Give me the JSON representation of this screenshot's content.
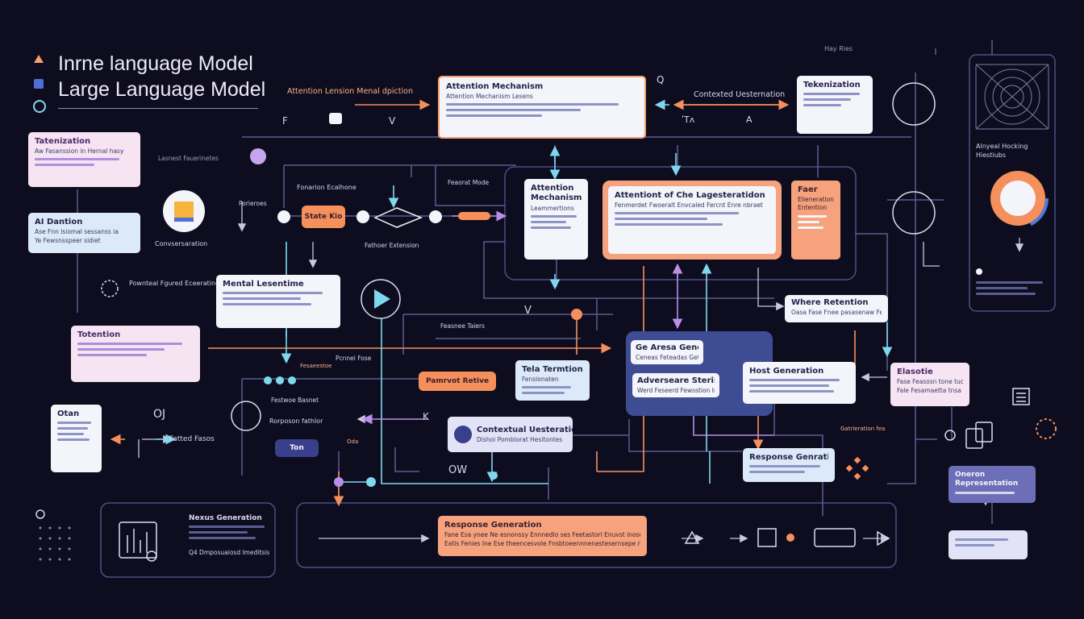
{
  "header": {
    "title_line1": "Inrne language Model",
    "title_line2": "Large Language Model"
  },
  "top": {
    "flow_label": "Attention Lension Menal dpiction",
    "glyph_f": "F",
    "glyph_v": "V",
    "glyph_q": "Q",
    "glyph_ta": "ʹTʌ",
    "glyph_a": "A",
    "contexted_label": "Contexted Uesternation",
    "top_tag": "Hay Ries"
  },
  "cards": {
    "attention_mechanism": {
      "title": "Attention Mechanism",
      "sub": "Attention Mechanism Lesens"
    },
    "tokenization_top": {
      "title": "Tekenization"
    },
    "tokenization_left": {
      "title": "Tatenization",
      "sub": "Aw Fasanssion in Hernal hasy"
    },
    "ai_dantion": {
      "title": "AI Dantion",
      "sub": "Ase Fnn lsiomal sessanss ia",
      "sub2": "Ye Fewsnsspeer sidiet"
    },
    "conversation": {
      "label": "Convsersaration"
    },
    "central_inner": {
      "title": "Attention Mechanism",
      "sub": "Leammertions"
    },
    "central_big": {
      "title": "Attentiont of Che Lagesteratidon",
      "sub": "Fenmerdet Fwoeralt Envcaled Fercnt Enre nbraet"
    },
    "central_side": {
      "title": "Faer",
      "sub": "Elleneratione Entention"
    },
    "mental_lesentime": {
      "title": "Mental Lesentime"
    },
    "token_left": {
      "title": "Totention"
    },
    "otan": {
      "title": "Otan"
    },
    "where_retention": {
      "title": "Where Retention",
      "sub": "Oasa Fase Fnee pasasenaw Fedas ?"
    },
    "the_aresa_generation": {
      "title": "Ge Aresa Generation",
      "sub": "Ceneas Feteadas Getis"
    },
    "adverse_steering": {
      "title": "Adverseare Stering",
      "sub": "Werd Feseerd Fewsstion Ind Intas"
    },
    "tela_termtion": {
      "title": "Tela Termtion",
      "sub": "Fensionaten"
    },
    "host_generation": {
      "title": "Host Generation"
    },
    "elasotie": {
      "title": "Elasotie",
      "sub": "Fase Feasosn tone tuo tide",
      "sub2": "Fale Fesamaetta tnsa fie"
    },
    "contextual_uesterations": {
      "title": "Contextual Uesterations",
      "sub": "Dishoi Pomblorat Hesitontes"
    },
    "response_generation_mid": {
      "title": "Response Genration"
    },
    "response_generation_bottom": {
      "title": "Response Generation",
      "sub": "Fane Esa ynee Ne esnonssy Ennnedlo ses Feetastorl Enuvst inosesdee Ise Ensteation",
      "sub2": "Eatis Fenies Ine Ese theencesvole Fnsbtoeennnenestesernsepe nmndo ase as fuw Fenteratne"
    },
    "nexus_generation": {
      "title": "Nexus Generation",
      "sub": "Q4 Dmposuaiosd lmeditsis"
    },
    "aloysed_hocking": {
      "title": "Alnyeal Hocking",
      "sub": "Hiestiubs"
    },
    "oneron_representation": {
      "title": "Oneron Representation"
    }
  },
  "labels": {
    "fonarion_ecalhone": "Fonarion Ecalhone",
    "lasnest_fauerinetes": "Lasnest Fauerinetes",
    "porieroes": "Porieroes",
    "pownteal_fgured": "Pownteal Fgured Eceeratines",
    "state_kio": "State Kio",
    "fathoer_extension": "Fathoer Extension",
    "feaorat_mode": "Feaorat Mode",
    "feasnee_taiers": "Feasnee Taiers",
    "festwoe_basnet": "Festwoe Basnet",
    "pcnnel_fose": "Pcnnel Fose",
    "fesaeestoe": "Fesaeestoe",
    "parrvot_retive": "Pamrvot Retive",
    "rorposon_fathlor": "Rorposon fathlor",
    "oda": "Oda",
    "oj": "OJ",
    "ow": "OW",
    "k_glyph": "K",
    "v_glyph": "V",
    "tag_dark": "Ton",
    "fatted_fasos": "Fatted Fasos",
    "gatrieration_fea": "Gatrieration fea"
  },
  "colors": {
    "bg": "#0e0d1f",
    "accent_orange": "#f5905c",
    "accent_cyan": "#7fd7ef",
    "accent_purple": "#b88fe8",
    "wire": "#5a5d94"
  }
}
